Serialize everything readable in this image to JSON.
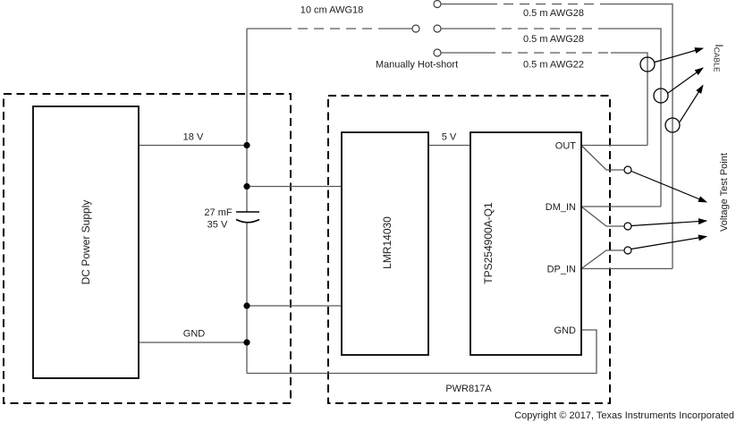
{
  "blocks": {
    "dc_power_supply": "DC Power Supply",
    "buck_regulator": "LMR14030",
    "usb_power_switch": "TPS254900A-Q1",
    "board_name": "PWR817A"
  },
  "pins": {
    "out": "OUT",
    "dm_in": "DM_IN",
    "dp_in": "DP_IN",
    "gnd": "GND"
  },
  "net_labels": {
    "input_voltage": "18 V",
    "regulated_voltage": "5 V",
    "ground": "GND"
  },
  "capacitor": {
    "capacitance": "27 mF",
    "voltage_rating": "35 V"
  },
  "cables": {
    "supply_cable": "10 cm AWG18",
    "switch_note": "Manually Hot-short",
    "dp_cable": "0.5 m AWG28",
    "dm_cable": "0.5 m AWG28",
    "out_cable": "0.5 m AWG22"
  },
  "annotations": {
    "cable_current": {
      "symbol": "I",
      "subscript": "CABLE"
    },
    "voltage_test_point": "Voltage Test Point"
  },
  "footer": {
    "copyright": "Copyright © 2017, Texas Instruments Incorporated"
  },
  "colors": {
    "wire": "#595959",
    "outline": "#000000",
    "text": "#1c1c1c",
    "background": "#ffffff"
  }
}
